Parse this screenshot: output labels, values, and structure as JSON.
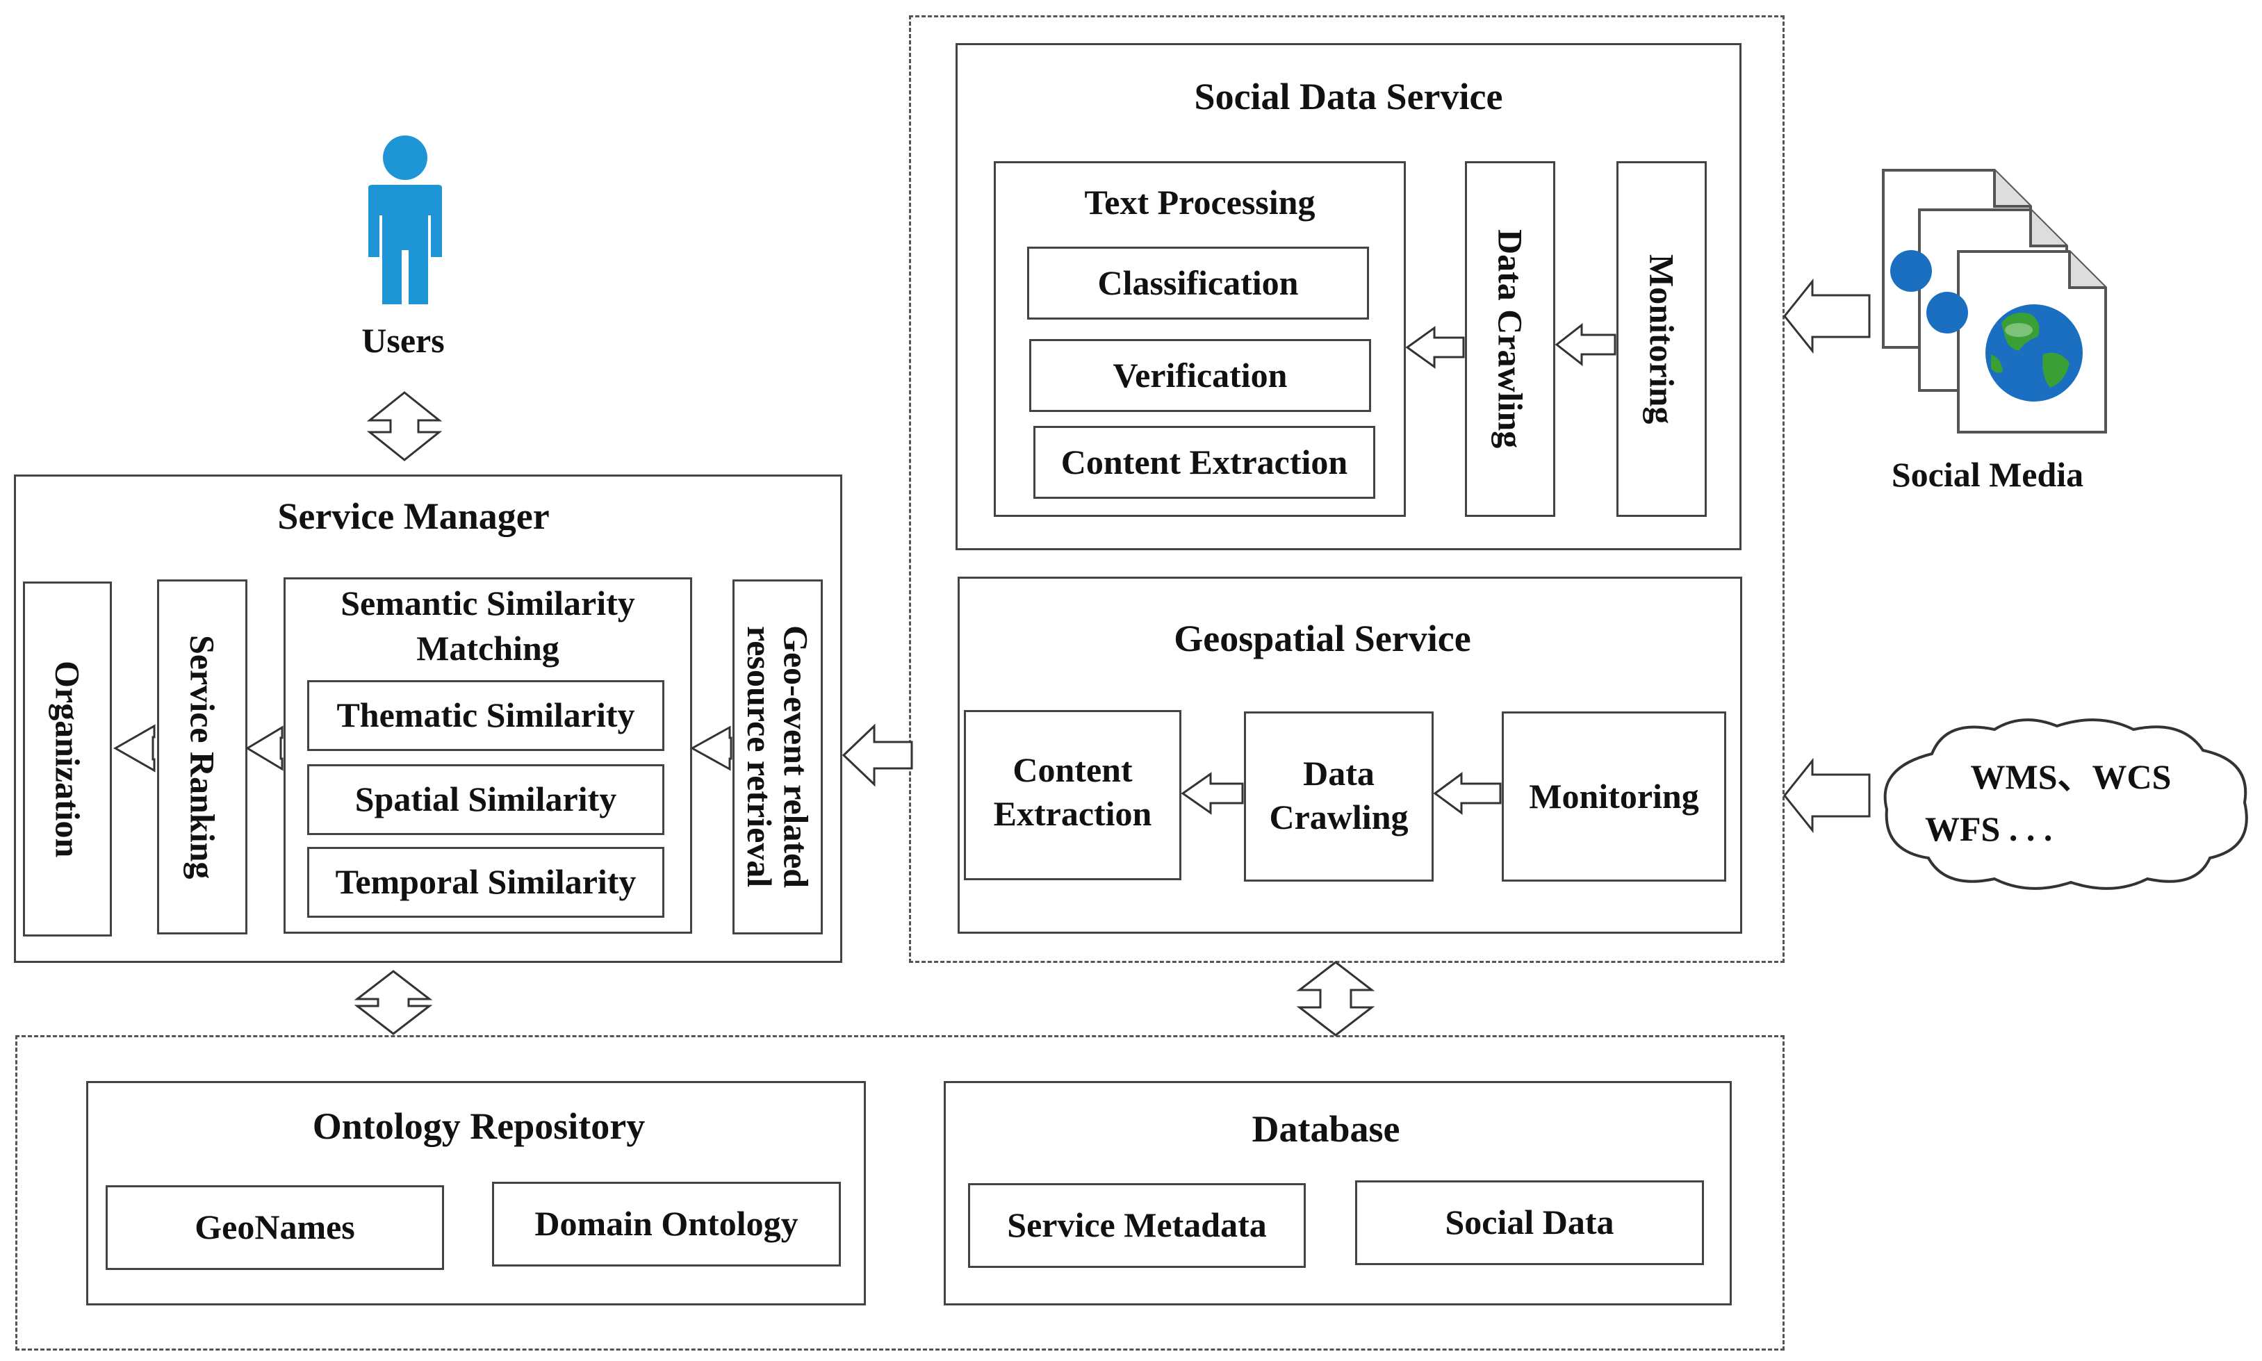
{
  "users": {
    "label": "Users"
  },
  "service_manager": {
    "title": "Service Manager",
    "organization": "Organization",
    "service_ranking": "Service Ranking",
    "semantic_title_line1": "Semantic Similarity",
    "semantic_title_line2": "Matching",
    "thematic": "Thematic Similarity",
    "spatial": "Spatial Similarity",
    "temporal": "Temporal Similarity",
    "geo_event_line1": "Geo-event related",
    "geo_event_line2": "resource retrieval"
  },
  "social_data_service": {
    "title": "Social Data Service",
    "text_processing": "Text Processing",
    "classification": "Classification",
    "verification": "Verification",
    "content_extraction": "Content Extraction",
    "data_crawling": "Data Crawling",
    "monitoring": "Monitoring"
  },
  "geospatial_service": {
    "title": "Geospatial Service",
    "content_extraction_line1": "Content",
    "content_extraction_line2": "Extraction",
    "data_crawling_line1": "Data",
    "data_crawling_line2": "Crawling",
    "monitoring": "Monitoring"
  },
  "social_media": {
    "label": "Social Media"
  },
  "ogc_cloud": {
    "line1": "WMS、WCS",
    "line2": "WFS  . . ."
  },
  "ontology_repository": {
    "title": "Ontology Repository",
    "geonames": "GeoNames",
    "domain_ontology": "Domain Ontology"
  },
  "database": {
    "title": "Database",
    "service_metadata": "Service Metadata",
    "social_data": "Social Data"
  },
  "colors": {
    "user_icon": "#1e96d6",
    "border": "#444444",
    "globe_ocean": "#1a6fc0",
    "globe_land": "#3aa035"
  }
}
